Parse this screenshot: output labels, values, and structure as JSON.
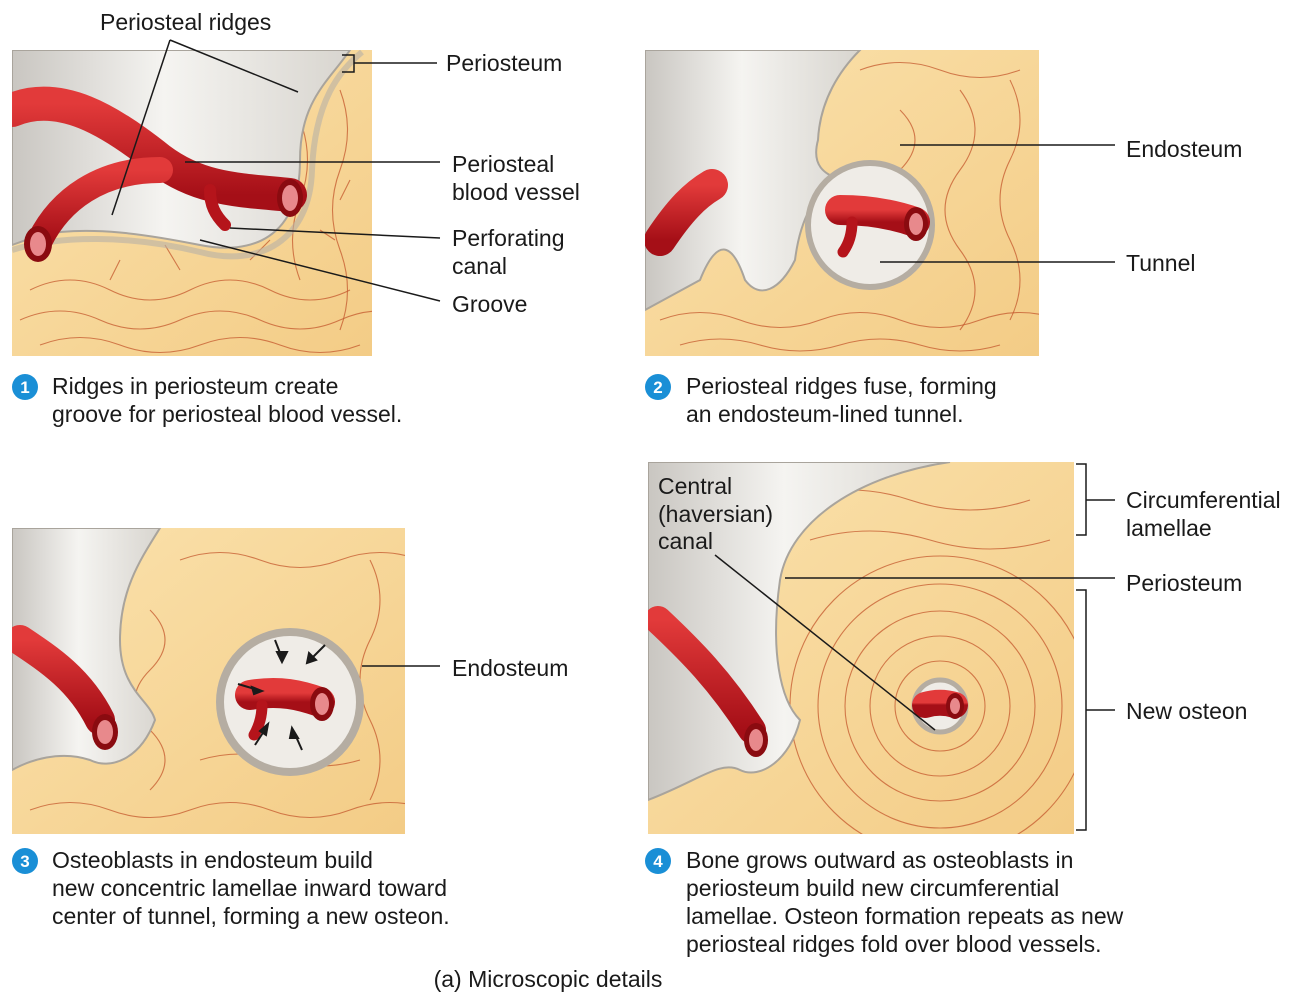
{
  "panels": [
    {
      "number": "1",
      "labels": {
        "periosteal_ridges": "Periosteal ridges",
        "periosteum": "Periosteum",
        "vessel_l1": "Periosteal",
        "vessel_l2": "blood vessel",
        "canal_l1": "Perforating",
        "canal_l2": "canal",
        "groove": "Groove"
      },
      "caption": [
        "Ridges in periosteum create",
        "groove for periosteal blood vessel."
      ]
    },
    {
      "number": "2",
      "labels": {
        "endosteum": "Endosteum",
        "tunnel": "Tunnel"
      },
      "caption": [
        "Periosteal ridges fuse, forming",
        "an endosteum-lined tunnel."
      ]
    },
    {
      "number": "3",
      "labels": {
        "endosteum": "Endosteum"
      },
      "caption": [
        "Osteoblasts in endosteum build",
        "new concentric lamellae inward toward",
        "center of tunnel, forming a new osteon."
      ]
    },
    {
      "number": "4",
      "labels": {
        "central_l1": "Central",
        "central_l2": "(haversian)",
        "central_l3": "canal",
        "circ_l1": "Circumferential",
        "circ_l2": "lamellae",
        "periosteum": "Periosteum",
        "new_osteon": "New osteon"
      },
      "caption": [
        "Bone grows outward as osteoblasts in",
        "periosteum build new circumferential",
        "lamellae. Osteon formation repeats as new",
        "periosteal ridges fold over blood vessels."
      ]
    }
  ],
  "figure_caption": "(a) Microscopic details",
  "colors": {
    "bone": "#f7d79a",
    "lamella_lines": "#c4582e",
    "vessel": "#c8161d",
    "periosteum": "#e9e6e0",
    "badge": "#1a8fd6"
  }
}
